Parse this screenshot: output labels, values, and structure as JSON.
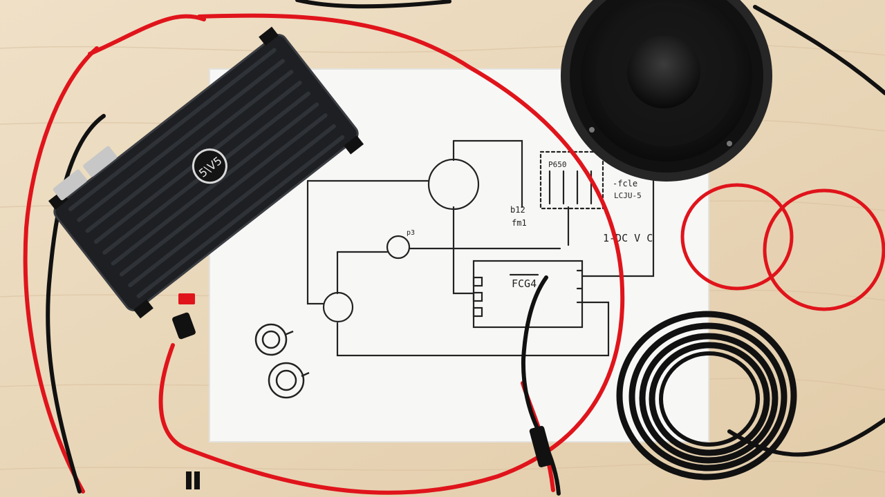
{
  "photo": {
    "subject": "amplifier wiring layout on wooden desk",
    "colors": {
      "desk": "#ead8bd",
      "desk_grain": "#d8c09e",
      "paper": "#f7f7f6",
      "amp_body": "#1d1f22",
      "amp_fins": "#2f3237",
      "red_wire": "#e0141b",
      "black_wire": "#111111",
      "speaker_cone": "#161616",
      "speaker_surround": "#262626",
      "ink": "#222222"
    },
    "icons": {
      "amplifier": "amplifier-icon",
      "speaker": "speaker-icon",
      "wire_coil": "wire-coil-icon",
      "ring_terminal": "ring-terminal-icon"
    }
  },
  "sketch_labels": {
    "amp_logo": "5\\V5",
    "box_label": "FCG4",
    "block_label": "P650",
    "note_right_top": "-fcle",
    "note_right_mid": "LCJU-5",
    "note_small_1": "b12",
    "note_small_2": "fm1",
    "note_mid": "1-DC V C",
    "node_label": "p3"
  }
}
